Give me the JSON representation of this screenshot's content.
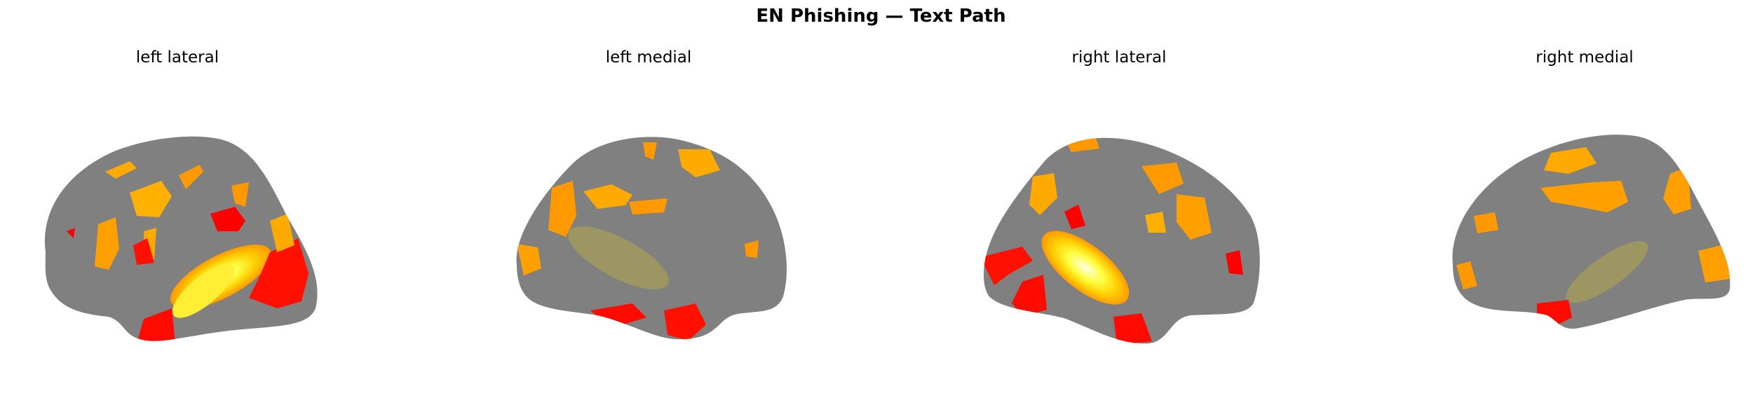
{
  "figure": {
    "title": "EN Phishing — Text Path",
    "surface_color": "#808080",
    "colormap": [
      "#ff0000",
      "#ff9900",
      "#ffcc00",
      "#ffff66",
      "#ffffe0"
    ],
    "panels": [
      {
        "id": "left-lateral",
        "label": "left lateral",
        "hemisphere": "left",
        "view": "lateral"
      },
      {
        "id": "left-medial",
        "label": "left medial",
        "hemisphere": "left",
        "view": "medial"
      },
      {
        "id": "right-lateral",
        "label": "right lateral",
        "hemisphere": "right",
        "view": "lateral"
      },
      {
        "id": "right-medial",
        "label": "right medial",
        "hemisphere": "right",
        "view": "medial"
      }
    ]
  }
}
